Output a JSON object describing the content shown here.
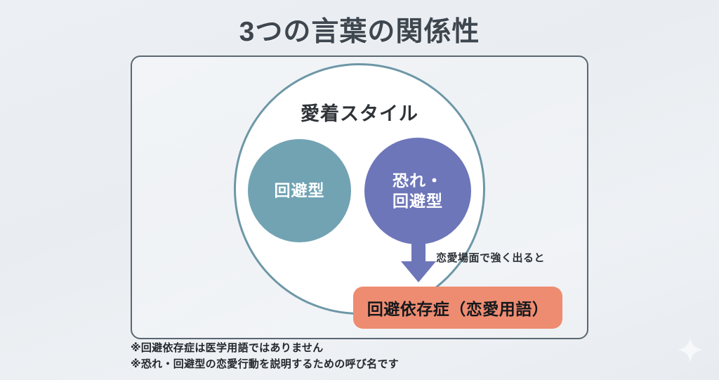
{
  "title": "3つの言葉の関係性",
  "diagram": {
    "outer_circle": {
      "label": "愛着スタイル",
      "border_color": "#6d97a6",
      "fill_color": "#ffffff"
    },
    "inner_circles": [
      {
        "name": "avoidant",
        "label": "回避型",
        "color": "#71a3b3"
      },
      {
        "name": "fearful-avoidant",
        "line1": "恐れ・",
        "line2": "回避型",
        "color": "#6d76b9"
      }
    ],
    "arrow": {
      "icon": "arrow-down-icon",
      "caption": "恋愛場面で強く出ると",
      "color": "#6d76b9"
    },
    "term_box": {
      "label": "回避依存症（恋愛用語）",
      "color": "#ee8c71"
    }
  },
  "footnotes": [
    "※回避依存症は医学用語ではありません",
    "※恐れ・回避型の恋愛行動を説明するための呼び名です"
  ],
  "decoration": {
    "sparkle_icon": "sparkle-icon"
  },
  "colors": {
    "background": "#eceff3",
    "frame_border": "#5a6771",
    "title_text": "#3e464f"
  }
}
